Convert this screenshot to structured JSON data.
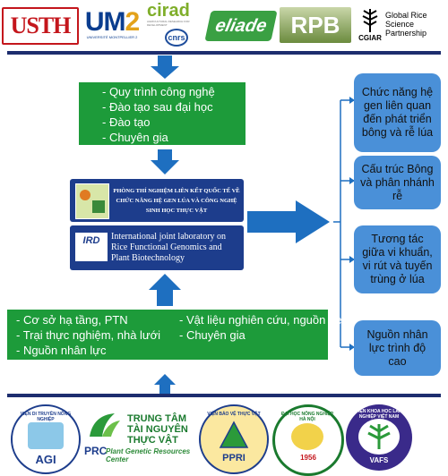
{
  "logos": {
    "usth": "USTH",
    "um_big": "UM",
    "um_small": "UNIVERSITÉ MONTPELLIER 2",
    "cirad": "cirad",
    "cirad_sub": "AGRICULTURAL RESEARCH FOR DEVELOPMENT",
    "cnrs": "cnrs",
    "eliade": "eliade",
    "rpb": "RPB",
    "cgiar": "CGIAR",
    "grisp": "Global Rice Science Partnership"
  },
  "inputs_top": [
    "- Quy trình công nghệ",
    "- Đào tạo sau đại học",
    "- Đào tạo",
    "- Chuyên gia"
  ],
  "lab_vn": "PHÒNG THÍ NGHIỆM LIÊN KẾT QUỐC TẾ VỀ CHỨC NĂNG HỆ GEN LÚA VÀ CÔNG NGHỆ SINH HỌC THỰC VẬT",
  "lab_en": "International joint laboratory on Rice Functional Genomics and Plant Biotechnology",
  "ird_label": "IRD",
  "inputs_bottom_left": [
    "- Cơ sở hạ tầng, PTN",
    "- Trại thực nghiệm, nhà lưới",
    "- Nguồn nhân lực"
  ],
  "inputs_bottom_right": [
    "- Vật liệu nghiên cứu, nguồn gen",
    "- Chuyên gia"
  ],
  "outputs": [
    "Chức năng hệ gen liên quan đến phát triển bông và rễ lúa",
    "Cấu trúc Bông và phân nhánh rễ",
    "Tương tác giữa vi khuẩn, vi rút và tuyến trùng ở lúa",
    "Nguồn nhân lực trình độ cao"
  ],
  "bottom_logos": {
    "agi": "AGI",
    "agi_ring": "VIỆN DI TRUYỀN NÔNG NGHIỆP",
    "prc_abbr": "PRC",
    "prc_title": "TRUNG TÂM TÀI NGUYÊN THỰC VẬT",
    "prc_sub": "Plant Genetic Resources Center",
    "ppri": "PPRI",
    "ppri_ring": "VIỆN BẢO VỆ THỰC VẬT",
    "hua_ring": "ĐẠI HỌC NÔNG NGHIỆP HÀ NỘI",
    "hua_year": "1956",
    "vafs_ring": "VIỆN KHOA HỌC LÂM NGHIỆP VIỆT NAM",
    "vafs": "VAFS"
  },
  "colors": {
    "navy": "#1d2d6e",
    "green": "#1d9b3a",
    "arrow_blue": "#1e6fc0",
    "box_blue": "#4a90d8"
  }
}
